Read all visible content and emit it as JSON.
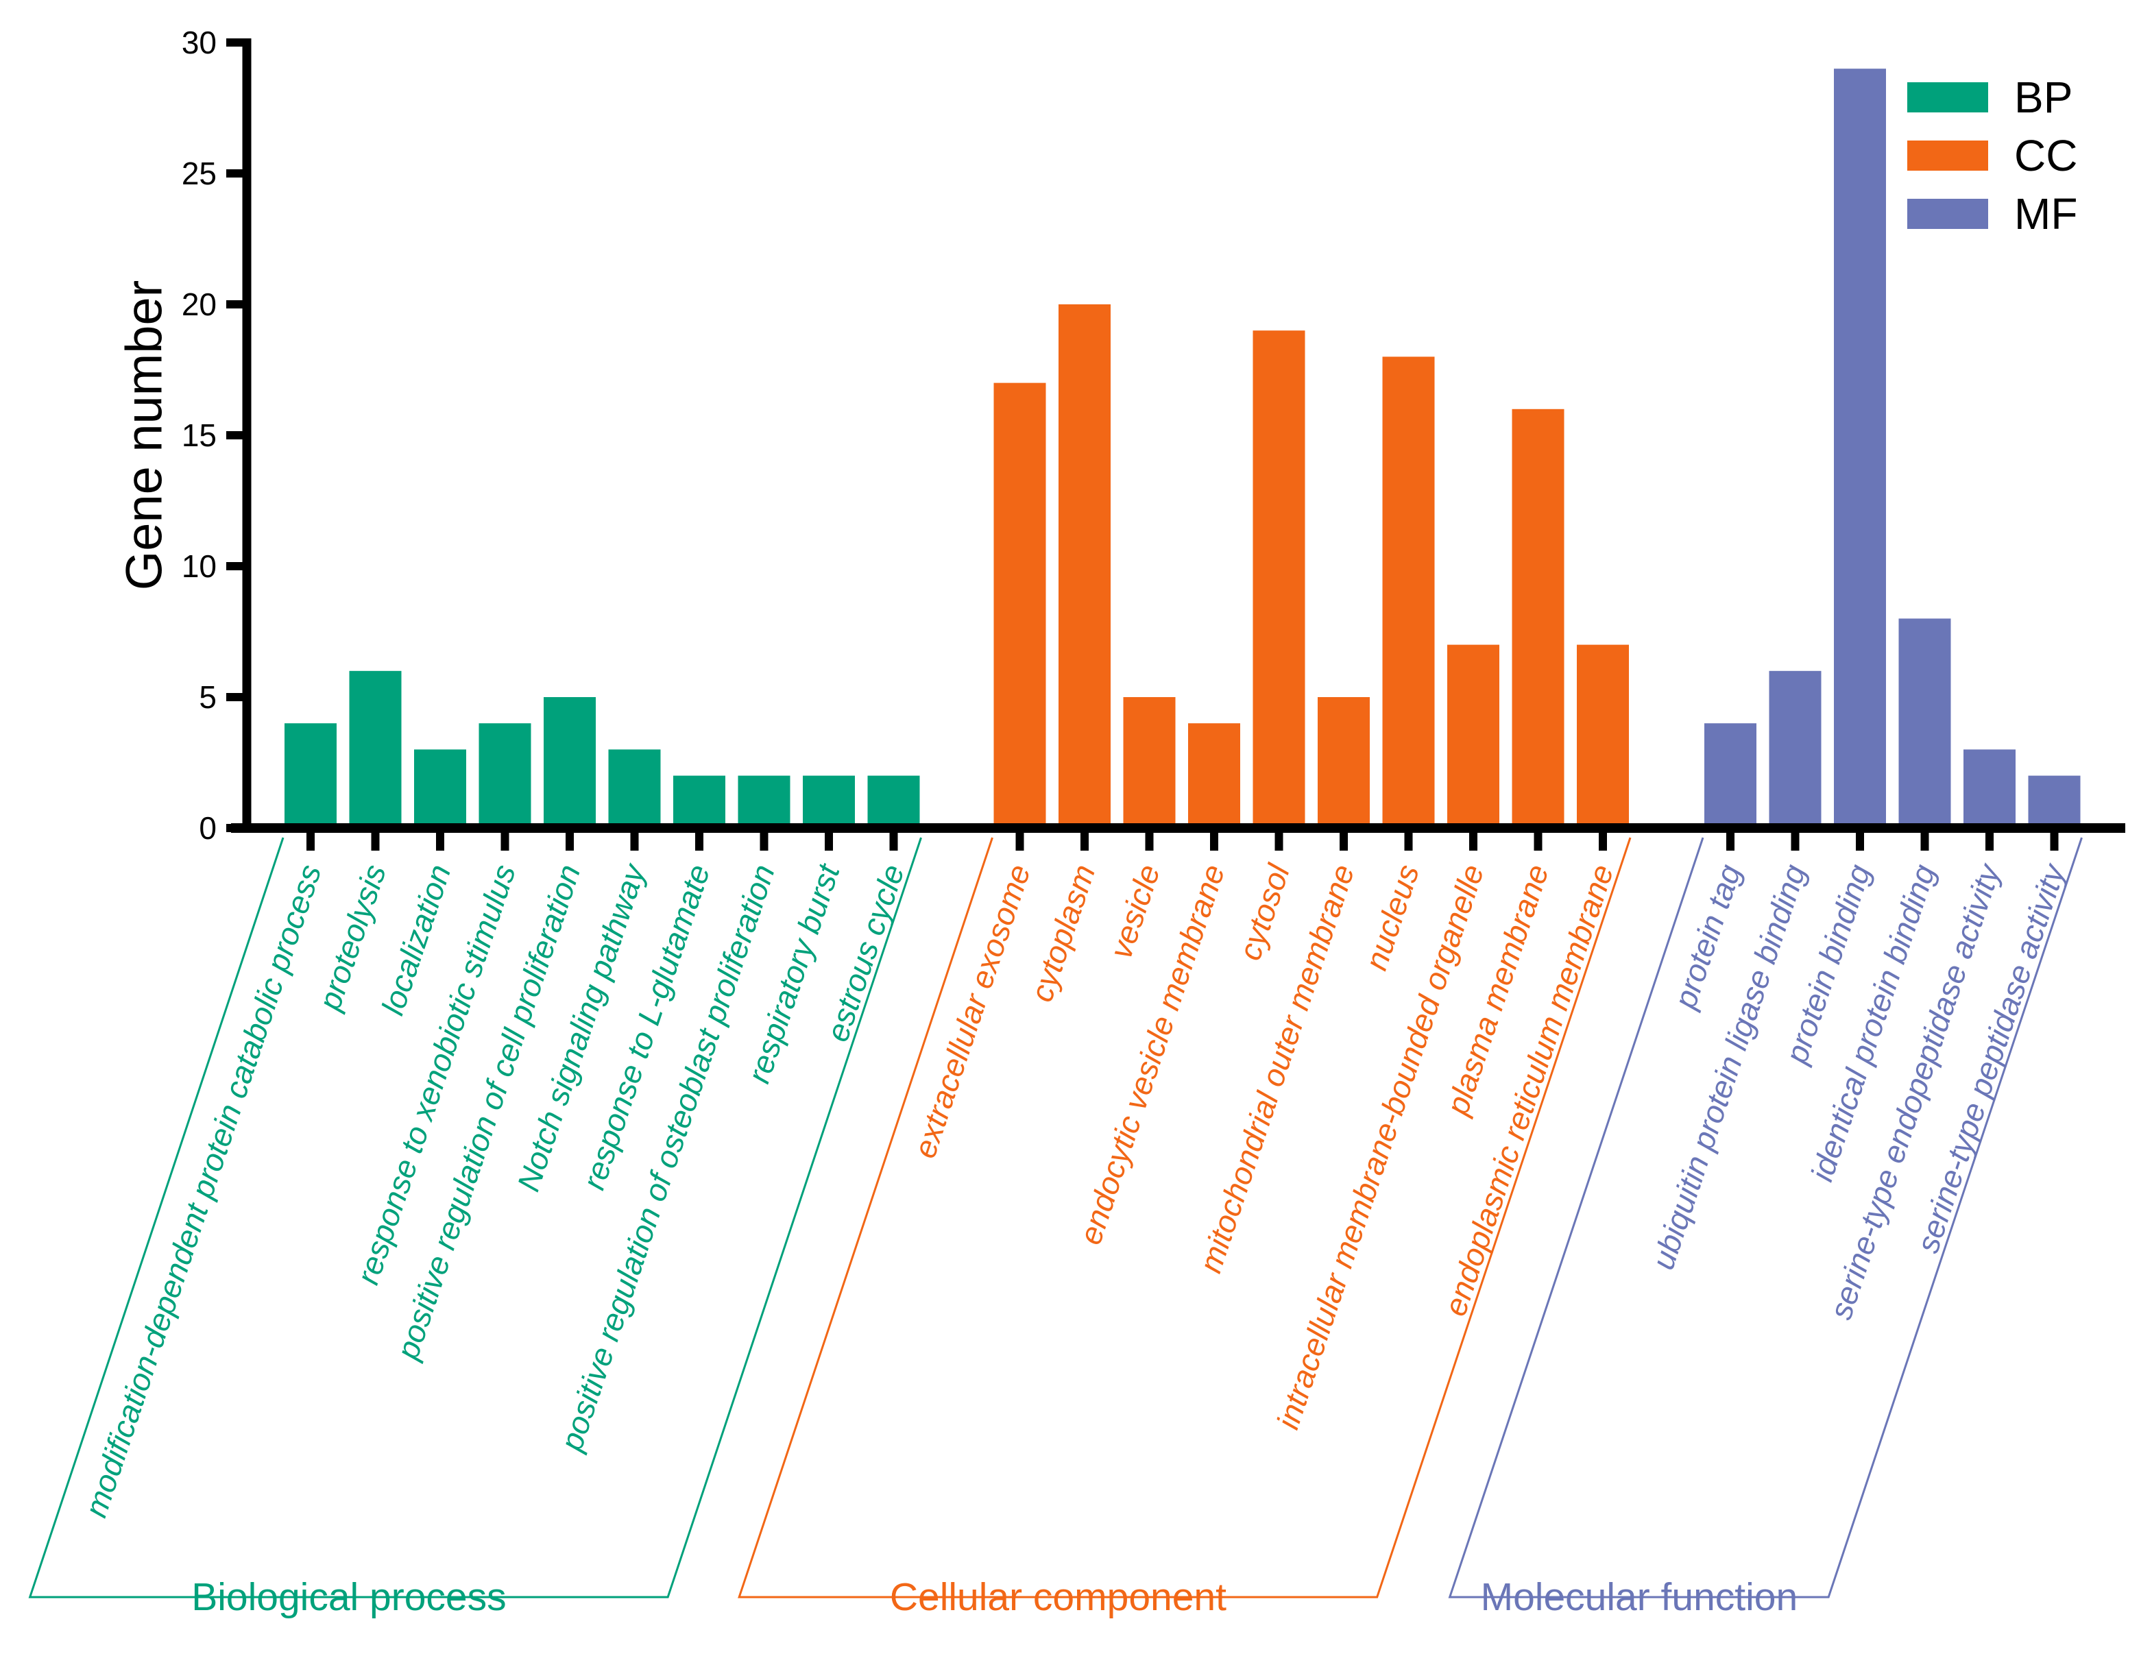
{
  "chart_data": {
    "type": "bar",
    "title": "",
    "ylabel": "Gene number",
    "ylim": [
      0,
      30
    ],
    "yticks": [
      "0",
      "5",
      "10",
      "15",
      "20",
      "25",
      "30"
    ],
    "grid": false,
    "legend_position": "top-right",
    "legend": [
      {
        "label": "BP",
        "color": "#00A17B"
      },
      {
        "label": "CC",
        "color": "#F26716"
      },
      {
        "label": "MF",
        "color": "#6A76B7"
      }
    ],
    "groups": [
      {
        "id": "bp",
        "name": "Biological process",
        "color": "#00A17B",
        "categories": [
          "modification-dependent protein catabolic process",
          "proteolysis",
          "localization",
          "response to xenobiotic stimulus",
          "positive regulation of cell proliferation",
          "Notch signaling pathway",
          "response to L-glutamate",
          "positive regulation of osteoblast proliferation",
          "respiratory burst",
          "estrous cycle"
        ],
        "values": [
          4,
          6,
          3,
          4,
          5,
          3,
          2,
          2,
          2,
          2
        ]
      },
      {
        "id": "cc",
        "name": "Cellular component",
        "color": "#F26716",
        "categories": [
          "extracellular exosome",
          "cytoplasm",
          "vesicle",
          "endocytic vesicle membrane",
          "cytosol",
          "mitochondrial outer membrane",
          "nucleus",
          "intracellular membrane-bounded organelle",
          "plasma membrane",
          "endoplasmic reticulum membrane"
        ],
        "values": [
          17,
          20,
          5,
          4,
          19,
          5,
          18,
          7,
          16,
          7
        ]
      },
      {
        "id": "mf",
        "name": "Molecular function",
        "color": "#6A76B7",
        "categories": [
          "protein tag",
          "ubiquitin protein ligase binding",
          "protein binding",
          "identical protein binding",
          "serine-type endopeptidase activity",
          "serine-type peptidase activity"
        ],
        "values": [
          4,
          6,
          29,
          8,
          3,
          2
        ]
      }
    ]
  }
}
